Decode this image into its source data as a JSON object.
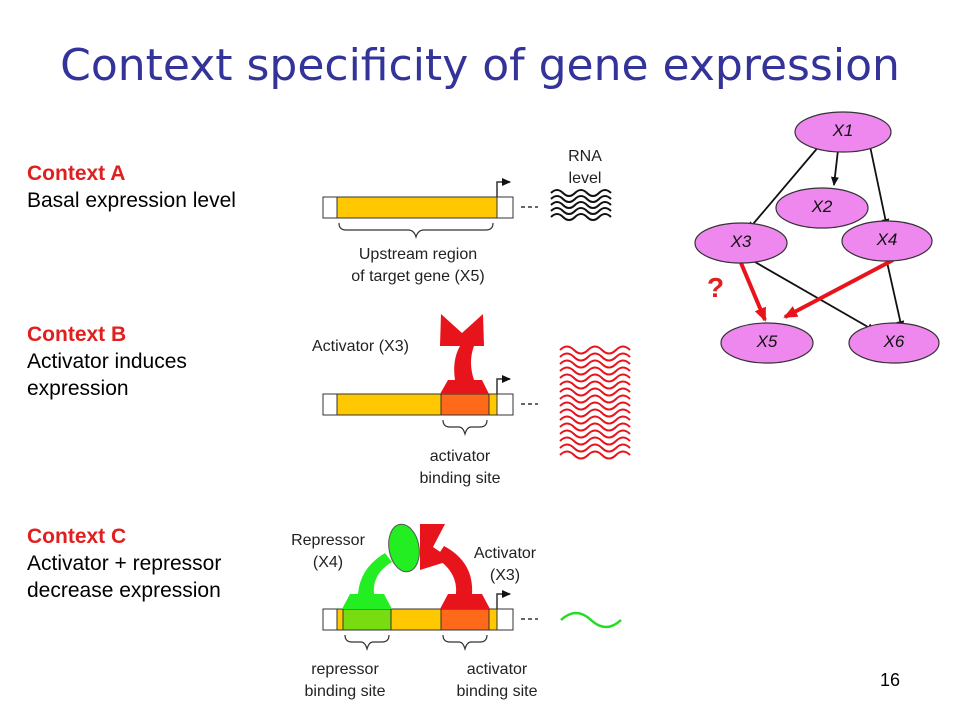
{
  "title": "Context specificity of gene expression",
  "contexts": [
    {
      "head": "Context A",
      "line1": "Basal expression level",
      "line2": ""
    },
    {
      "head": "Context B",
      "line1": "Activator induces",
      "line2": "expression"
    },
    {
      "head": "Context C",
      "line1": "Activator + repressor",
      "line2": "decrease expression"
    }
  ],
  "labels": {
    "rna_1": "RNA",
    "rna_2": "level",
    "upstream_1": "Upstream region",
    "upstream_2": "of target gene (X5)",
    "activator_b": "Activator (X3)",
    "act_site_b1": "activator",
    "act_site_b2": "binding site",
    "repressor_1": "Repressor",
    "repressor_2": "(X4)",
    "activator_c1": "Activator",
    "activator_c2": "(X3)",
    "rep_site_1": "repressor",
    "rep_site_2": "binding site",
    "act_site_c1": "activator",
    "act_site_c2": "binding site"
  },
  "network": {
    "nodes": [
      "X1",
      "X2",
      "X3",
      "X4",
      "X5",
      "X6"
    ],
    "question": "?"
  },
  "page_number": "16",
  "colors": {
    "title": "#333399",
    "context_head": "#e0201f",
    "gene_bar": "#ffc800",
    "activator": "#e8141c",
    "activator_site": "#ff6a1a",
    "repressor": "#22ee22",
    "repressor_site": "#77dd11",
    "node_fill": "#ee88ee",
    "edge_red": "#e8141c"
  }
}
